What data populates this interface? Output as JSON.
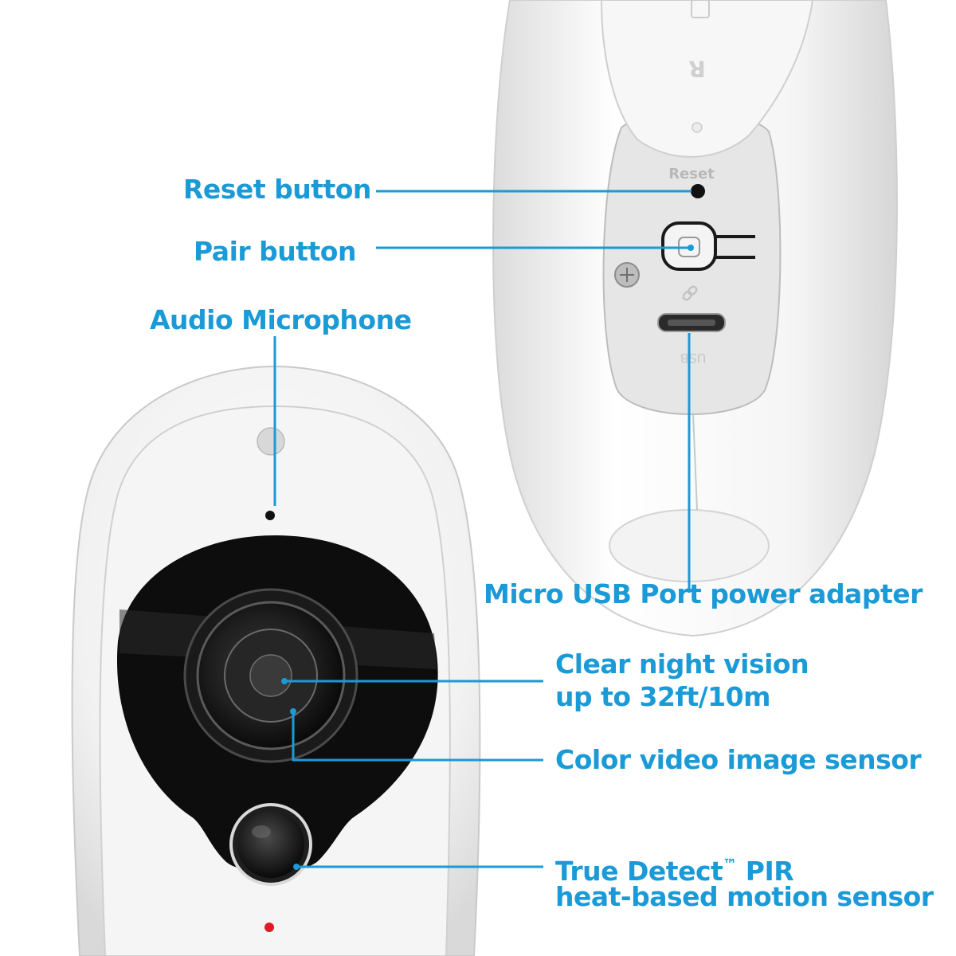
{
  "colors": {
    "accent": "#1a9ad6",
    "background": "#ffffff",
    "camera_body": "#f3f3f3",
    "lens_black": "#0d0d0d",
    "indicator_red": "#e01b24"
  },
  "device_markings": {
    "reset": "Reset",
    "usb": "USB",
    "letter": "R"
  },
  "callouts": {
    "reset_button": "Reset button",
    "pair_button": "Pair button",
    "audio_microphone": "Audio Microphone",
    "micro_usb": "Micro USB Port power adapter",
    "night_vision_line1": "Clear night vision",
    "night_vision_line2": "up to 32ft/10m",
    "color_sensor": "Color video image sensor",
    "pir_line1_a": "True Detect",
    "pir_line1_tm": "™",
    "pir_line1_b": " PIR",
    "pir_line2": "heat-based motion sensor"
  }
}
